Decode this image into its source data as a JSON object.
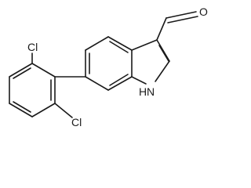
{
  "molecule": {
    "atoms": {
      "cl_top": "Cl",
      "cl_bottom": "Cl",
      "oxygen": "O",
      "nh": "H",
      "nh_n": "N"
    }
  },
  "colors": {
    "ink": "#1a1a1a",
    "background": "#ffffff"
  }
}
